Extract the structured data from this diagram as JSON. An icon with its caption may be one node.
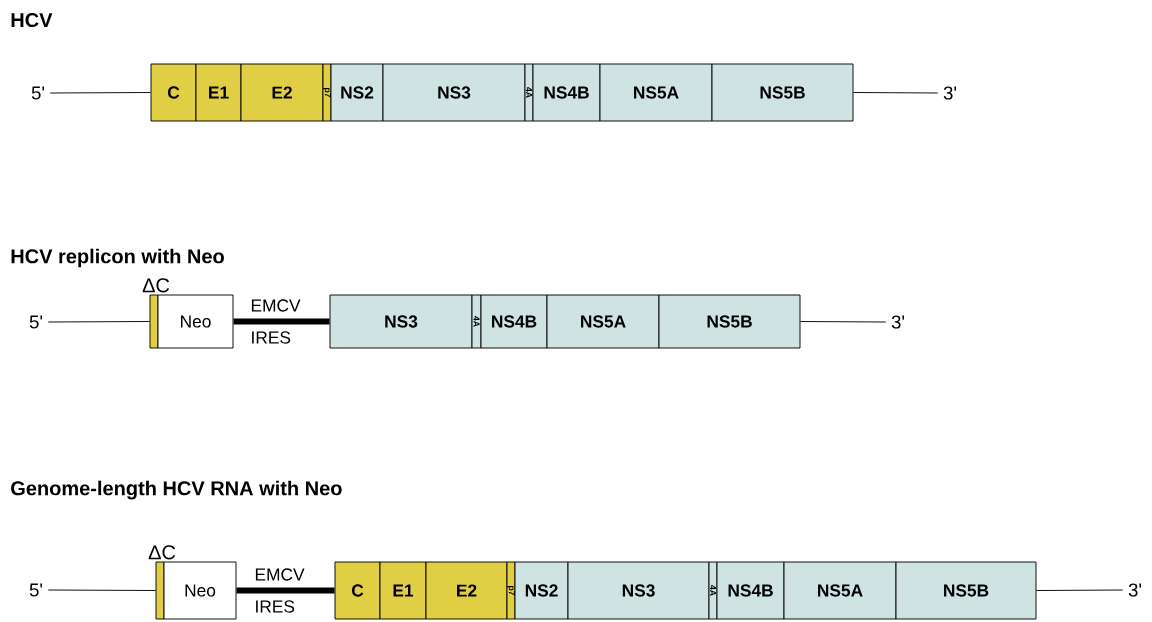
{
  "diagram": {
    "nodes": [
      {
        "text": [
          "C"
        ]
      },
      {
        "text": [
          "E1"
        ]
      },
      {
        "text": [
          "E2"
        ]
      },
      {
        "text": [
          "p7"
        ]
      },
      {
        "text": [
          "NS2"
        ]
      },
      {
        "text": [
          "NS3"
        ]
      },
      {
        "text": [
          "4A"
        ]
      },
      {
        "text": [
          "NS4B"
        ]
      },
      {
        "text": [
          "NS5A"
        ]
      },
      {
        "text": [
          "NS5B"
        ]
      },
      {
        "text": [],
        "shape": "bar",
        "beside": [
          "ΔC"
        ]
      },
      {
        "text": [
          "Neo"
        ]
      },
      {
        "text": [
          "NS3"
        ]
      },
      {
        "text": [
          "4A"
        ]
      },
      {
        "text": [
          "NS4B"
        ]
      },
      {
        "text": [
          "NS5A"
        ]
      },
      {
        "text": [
          "NS5B"
        ]
      },
      {
        "text": [],
        "shape": "bar",
        "beside": [
          "ΔC"
        ]
      },
      {
        "text": [
          "Neo"
        ]
      },
      {
        "text": [
          "C"
        ]
      },
      {
        "text": [
          "E1"
        ]
      },
      {
        "text": [
          "E2"
        ]
      },
      {
        "text": [
          "p7"
        ]
      },
      {
        "text": [
          "NS2"
        ]
      },
      {
        "text": [
          "NS3"
        ]
      },
      {
        "text": [
          "4A"
        ]
      },
      {
        "text": [
          "NS4B"
        ]
      },
      {
        "text": [
          "NS5A"
        ]
      },
      {
        "text": [
          "NS5B"
        ]
      },
      {
        "text": [
          "5'"
        ]
      },
      {
        "text": [
          "3'"
        ]
      },
      {
        "text": [
          "5'"
        ]
      },
      {
        "text": [
          "3'"
        ]
      },
      {
        "text": [
          "5'"
        ]
      },
      {
        "text": [
          "3'"
        ]
      }
    ],
    "edges": [
      {
        "from": 11,
        "to": 12,
        "arrow": "none",
        "style": "thick",
        "label": "EMCV IRES"
      },
      {
        "from": 18,
        "to": 19,
        "arrow": "none",
        "style": "thick",
        "label": "EMCV IRES"
      },
      {
        "from": 29,
        "to": 0,
        "arrow": "none"
      },
      {
        "from": 9,
        "to": 30,
        "arrow": "none"
      },
      {
        "from": 31,
        "to": 10,
        "arrow": "none"
      },
      {
        "from": 16,
        "to": 32,
        "arrow": "none"
      },
      {
        "from": 33,
        "to": 17,
        "arrow": "none"
      },
      {
        "from": 28,
        "to": 34,
        "arrow": "none"
      }
    ],
    "labels": [
      "HCV",
      "HCV replicon with Neo",
      "Genome-length HCV RNA with Neo"
    ]
  }
}
